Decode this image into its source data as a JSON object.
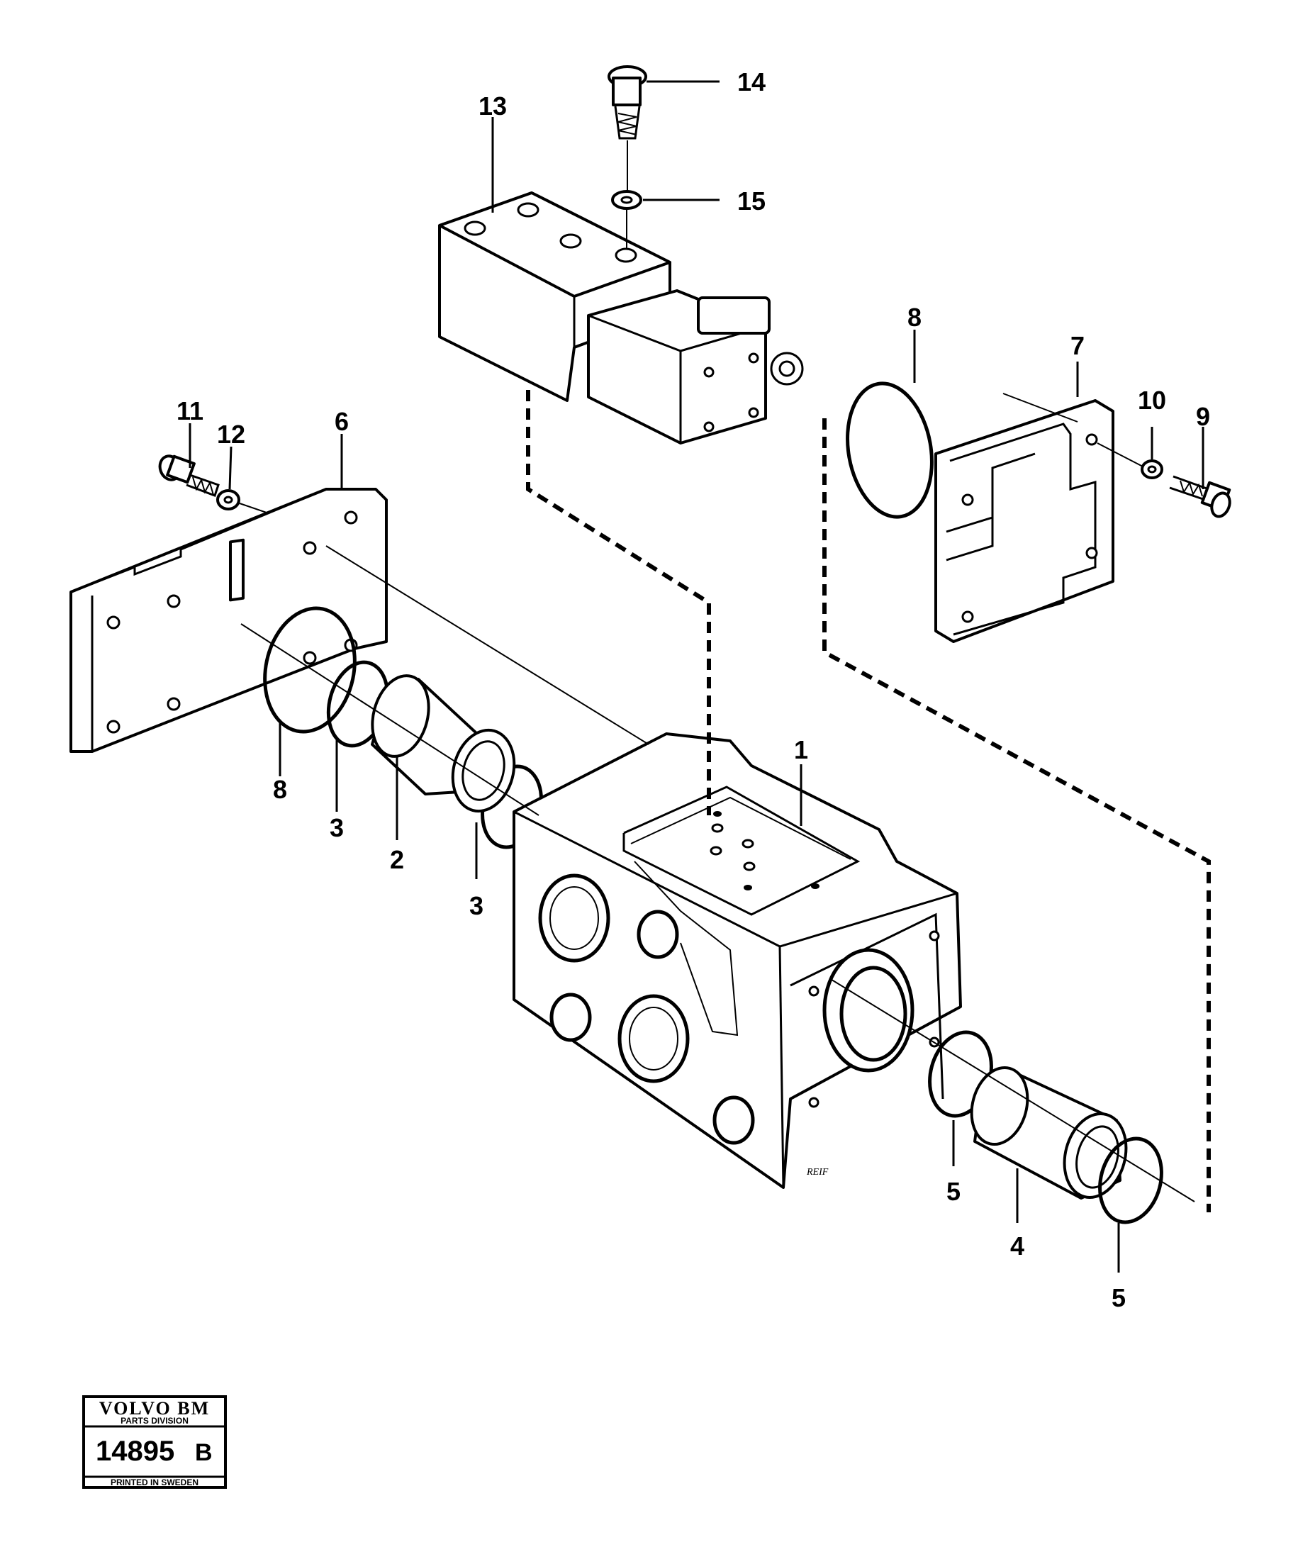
{
  "diagram": {
    "callouts": [
      {
        "id": "c14",
        "label": "14"
      },
      {
        "id": "c13",
        "label": "13"
      },
      {
        "id": "c15",
        "label": "15"
      },
      {
        "id": "c8a",
        "label": "8"
      },
      {
        "id": "c7",
        "label": "7"
      },
      {
        "id": "c10",
        "label": "10"
      },
      {
        "id": "c9",
        "label": "9"
      },
      {
        "id": "c11",
        "label": "11"
      },
      {
        "id": "c12",
        "label": "12"
      },
      {
        "id": "c6",
        "label": "6"
      },
      {
        "id": "c1",
        "label": "1"
      },
      {
        "id": "c8b",
        "label": "8"
      },
      {
        "id": "c3a",
        "label": "3"
      },
      {
        "id": "c2",
        "label": "2"
      },
      {
        "id": "c3b",
        "label": "3"
      },
      {
        "id": "c5a",
        "label": "5"
      },
      {
        "id": "c4",
        "label": "4"
      },
      {
        "id": "c5b",
        "label": "5"
      }
    ],
    "artist_signature": "REIF"
  },
  "stamp": {
    "brand": "VOLVO BM",
    "division": "PARTS DIVISION",
    "number": "14895",
    "suffix": "B",
    "printed": "PRINTED IN SWEDEN"
  }
}
